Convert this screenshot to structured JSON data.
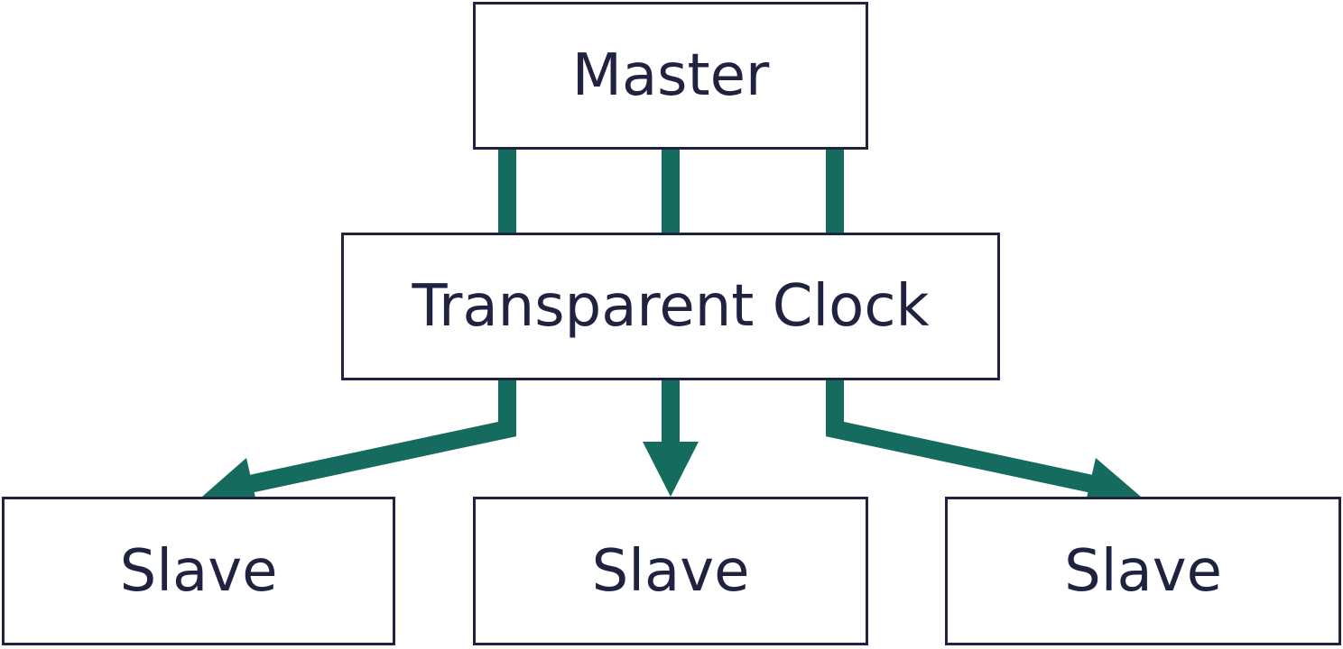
{
  "colors": {
    "connector": "#146b5e",
    "box_border": "#1f2340",
    "text": "#1f2340",
    "background": "#ffffff"
  },
  "nodes": {
    "master": {
      "label": "Master"
    },
    "transparent_clock": {
      "label": "Transparent Clock"
    },
    "slaves": [
      {
        "label": "Slave"
      },
      {
        "label": "Slave"
      },
      {
        "label": "Slave"
      }
    ]
  },
  "edges": [
    {
      "from": "Master",
      "to": "Transparent Clock",
      "arrow": false
    },
    {
      "from": "Master",
      "to": "Transparent Clock",
      "arrow": false
    },
    {
      "from": "Master",
      "to": "Transparent Clock",
      "arrow": false
    },
    {
      "from": "Transparent Clock",
      "to": "Slave 1",
      "arrow": true
    },
    {
      "from": "Transparent Clock",
      "to": "Slave 2",
      "arrow": true
    },
    {
      "from": "Transparent Clock",
      "to": "Slave 3",
      "arrow": true
    }
  ]
}
